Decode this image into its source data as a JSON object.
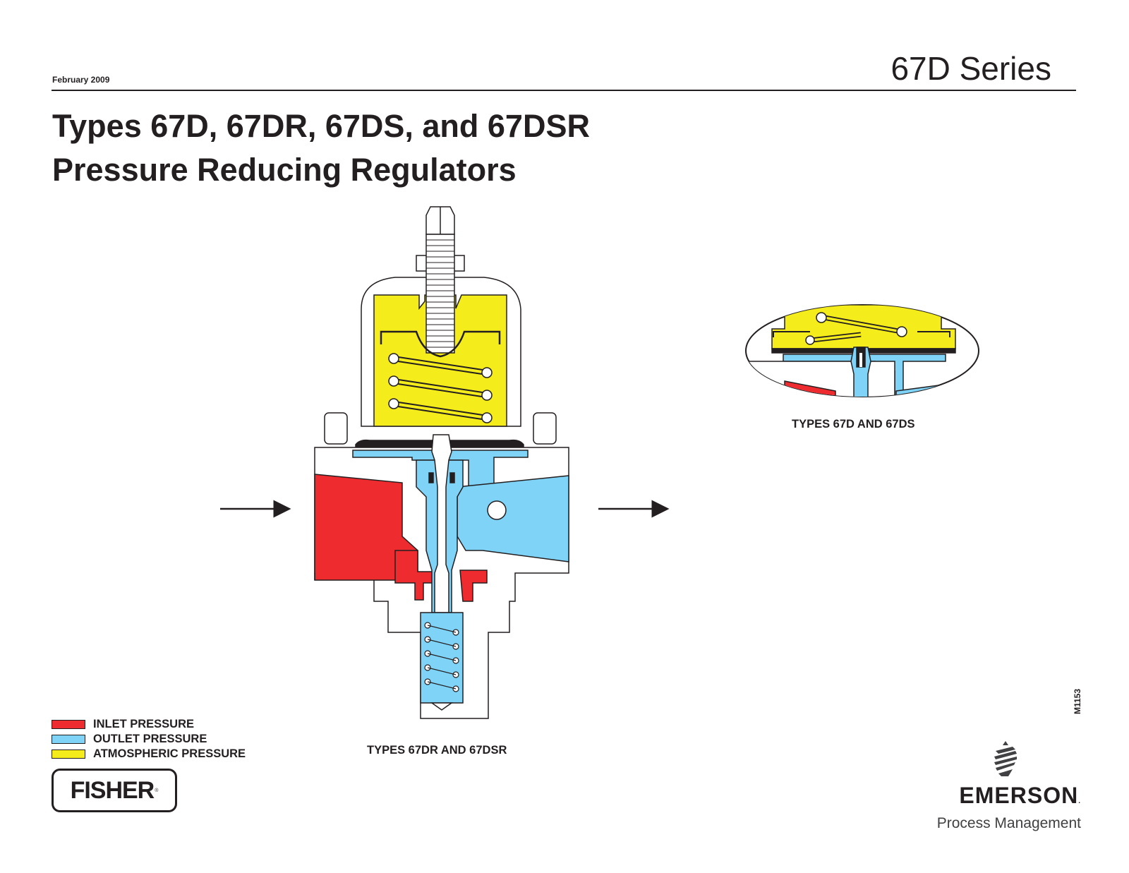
{
  "header": {
    "date": "February 2009",
    "series": "67D Series"
  },
  "title": {
    "line1": "Types 67D, 67DR, 67DS, and 67DSR",
    "line2": "Pressure Reducing Regulators"
  },
  "figure": {
    "main_caption": "TYPES 67DR AND 67DSR",
    "detail_caption": "TYPES 67D AND 67DS",
    "drawing_code": "M1153"
  },
  "legend": {
    "items": [
      {
        "label": "INLET PRESSURE",
        "color": "#ee2b2f"
      },
      {
        "label": "OUTLET PRESSURE",
        "color": "#7fd3f7"
      },
      {
        "label": "ATMOSPHERIC PRESSURE",
        "color": "#f5ec1b"
      }
    ]
  },
  "branding": {
    "fisher": "FISHER",
    "fisher_mark": "®",
    "emerson": "EMERSON",
    "emerson_mark": ".",
    "emerson_sub": "Process Management"
  },
  "colors": {
    "inlet": "#ee2b2f",
    "outlet": "#7fd3f7",
    "atmospheric": "#f5ec1b",
    "line": "#231f20"
  }
}
